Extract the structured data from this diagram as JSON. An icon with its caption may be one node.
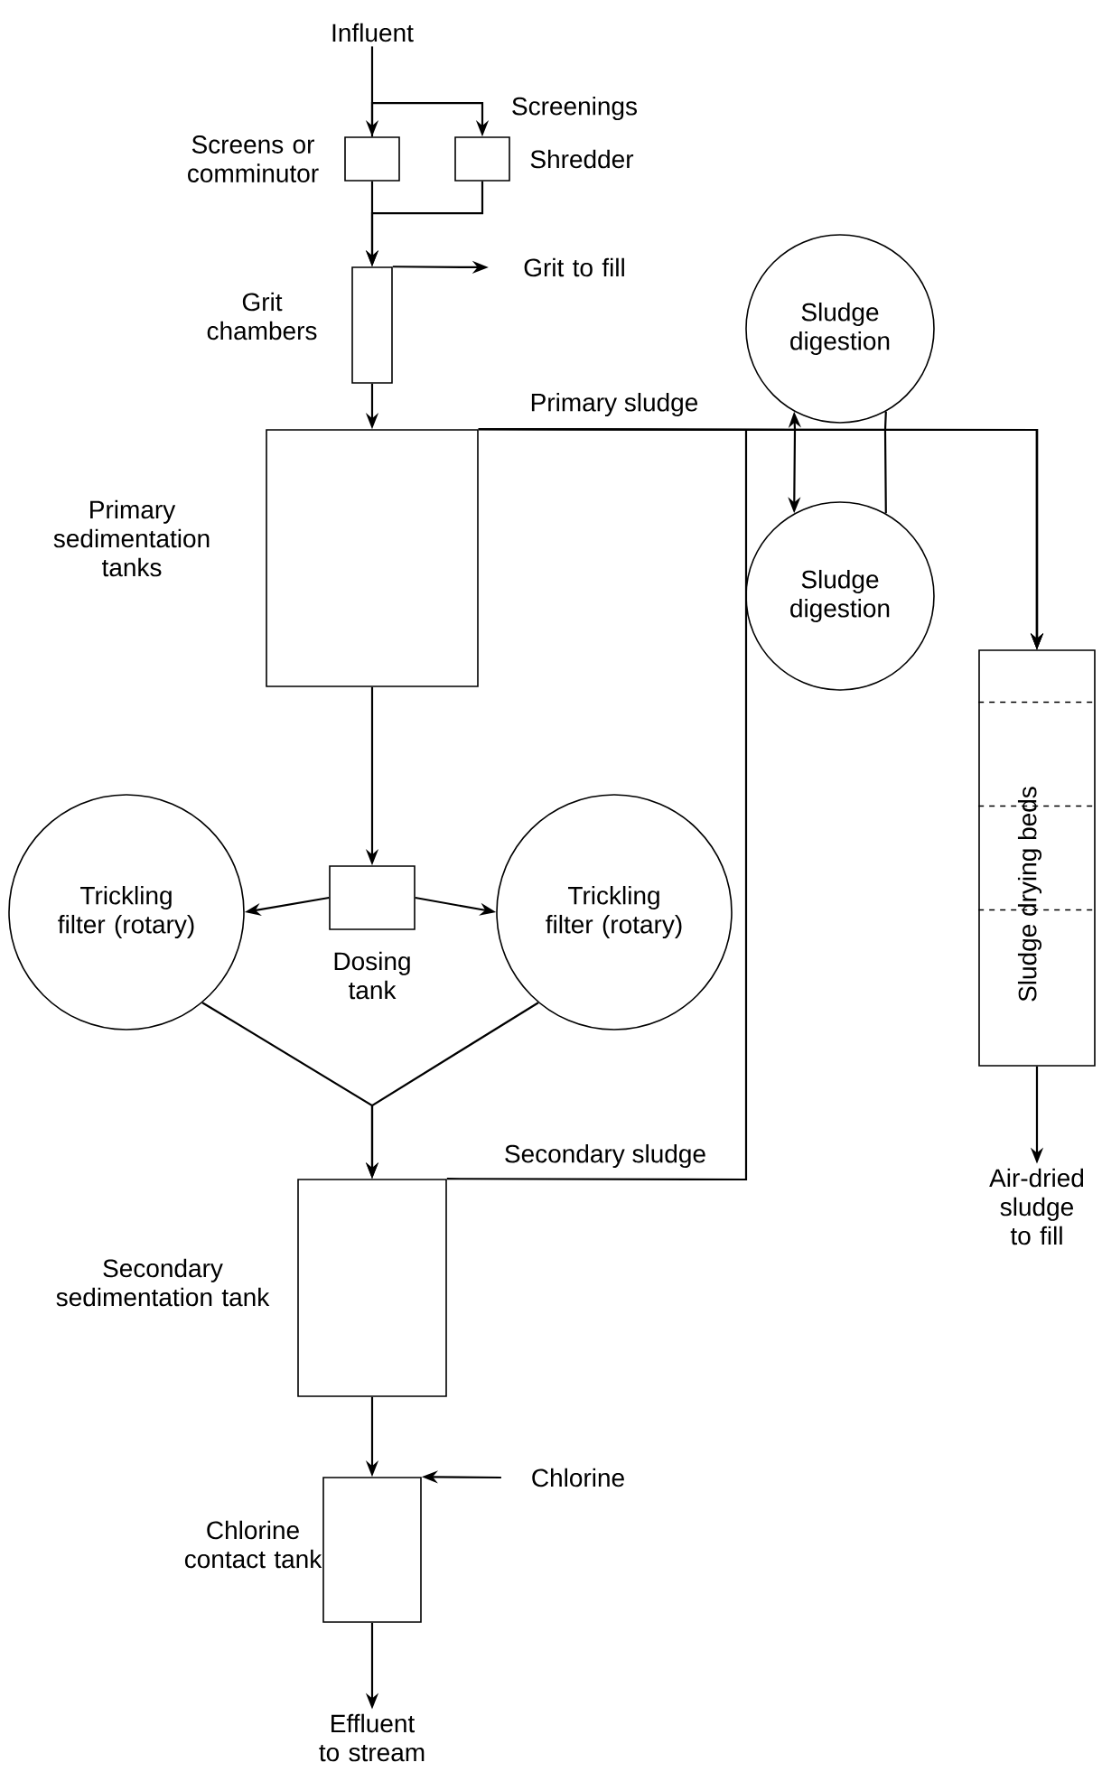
{
  "diagram": {
    "nodes": [
      {
        "text": [
          "Influent"
        ]
      },
      {
        "text": [
          "Screens or comminutor"
        ]
      },
      {
        "text": [
          "Shredder"
        ]
      },
      {
        "text": [
          "Grit chambers"
        ]
      },
      {
        "text": [
          "Grit to fill"
        ]
      },
      {
        "text": [
          "Primary sedimentation tanks"
        ]
      },
      {
        "text": [
          "Sludge digestion"
        ]
      },
      {
        "text": [
          "Sludge digestion"
        ]
      },
      {
        "text": [
          "Sludge drying beds"
        ]
      },
      {
        "text": [
          "Air-dried sludge to fill"
        ]
      },
      {
        "text": [
          "Dosing tank"
        ]
      },
      {
        "text": [
          "Trickling filter (rotary)"
        ]
      },
      {
        "text": [
          "Trickling filter (rotary)"
        ]
      },
      {
        "text": [
          "Secondary sedimentation tank"
        ]
      },
      {
        "text": [
          "Chlorine contact tank"
        ]
      },
      {
        "text": [
          "Chlorine"
        ]
      },
      {
        "text": [
          "Effluent to stream"
        ]
      }
    ],
    "edges": [
      {
        "from": 0,
        "to": 1,
        "arrow": "to"
      },
      {
        "from": 1,
        "to": 2,
        "arrow": "to",
        "label": "Screenings"
      },
      {
        "from": 2,
        "to": 3,
        "arrow": "to"
      },
      {
        "from": 1,
        "to": 3,
        "arrow": "to"
      },
      {
        "from": 3,
        "to": 4,
        "arrow": "to"
      },
      {
        "from": 3,
        "to": 5,
        "arrow": "to"
      },
      {
        "from": 5,
        "to": 8,
        "arrow": "to",
        "label": "Primary sludge"
      },
      {
        "from": 5,
        "to": 6,
        "arrow": "to"
      },
      {
        "from": 5,
        "to": 7,
        "arrow": "to"
      },
      {
        "from": 6,
        "to": 8,
        "arrow": "to"
      },
      {
        "from": 7,
        "to": 8,
        "arrow": "to"
      },
      {
        "from": 13,
        "to": 8,
        "arrow": "to",
        "label": "Secondary sludge"
      },
      {
        "from": 8,
        "to": 9,
        "arrow": "to"
      },
      {
        "from": 5,
        "to": 10,
        "arrow": "to"
      },
      {
        "from": 10,
        "to": 11,
        "arrow": "to"
      },
      {
        "from": 10,
        "to": 12,
        "arrow": "to"
      },
      {
        "from": 11,
        "to": 13,
        "arrow": "to"
      },
      {
        "from": 12,
        "to": 13,
        "arrow": "to"
      },
      {
        "from": 13,
        "to": 14,
        "arrow": "to"
      },
      {
        "from": 15,
        "to": 14,
        "arrow": "to"
      },
      {
        "from": 14,
        "to": 16,
        "arrow": "to"
      }
    ]
  }
}
